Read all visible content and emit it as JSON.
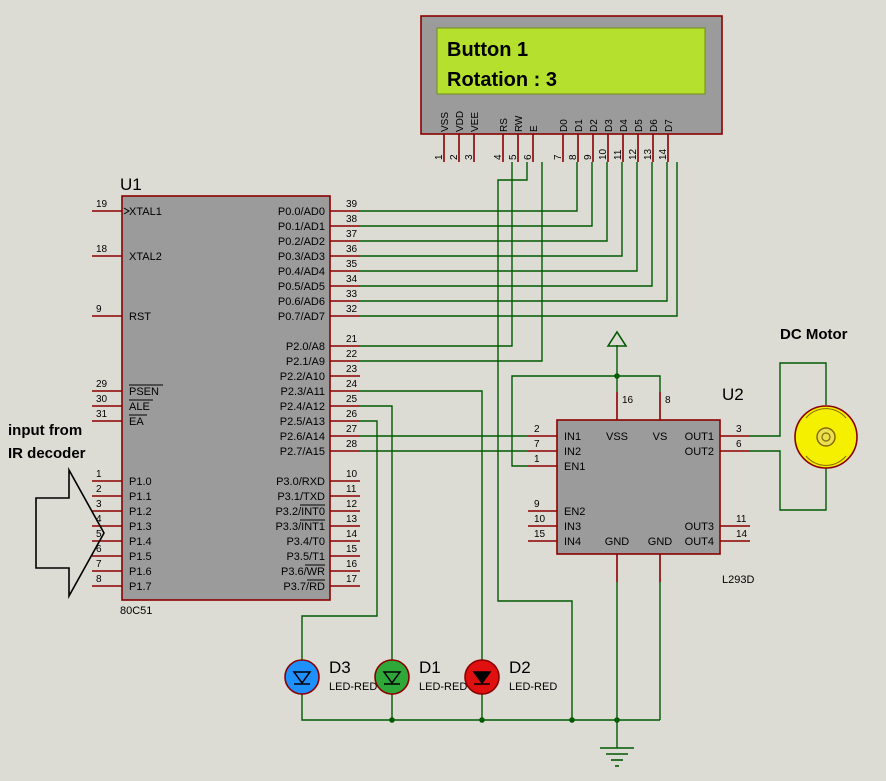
{
  "lcd": {
    "line1": "Button 1",
    "line2": "Rotation : 3",
    "screen_color": "#b6e02e",
    "pins": [
      {
        "label": "VSS",
        "num": "1"
      },
      {
        "label": "VDD",
        "num": "2"
      },
      {
        "label": "VEE",
        "num": "3"
      },
      {
        "label": "RS",
        "num": "4"
      },
      {
        "label": "RW",
        "num": "5"
      },
      {
        "label": "E",
        "num": "6"
      },
      {
        "label": "D0",
        "num": "7"
      },
      {
        "label": "D1",
        "num": "8"
      },
      {
        "label": "D2",
        "num": "9"
      },
      {
        "label": "D3",
        "num": "10"
      },
      {
        "label": "D4",
        "num": "11"
      },
      {
        "label": "D5",
        "num": "12"
      },
      {
        "label": "D6",
        "num": "13"
      },
      {
        "label": "D7",
        "num": "14"
      }
    ]
  },
  "u1": {
    "ref": "U1",
    "part": "80C51",
    "left_pins": [
      {
        "label": "XTAL1",
        "num": "19"
      },
      {
        "label": "XTAL2",
        "num": "18"
      },
      {
        "label": "RST",
        "num": "9"
      },
      {
        "label": "PSEN",
        "num": "29"
      },
      {
        "label": "ALE",
        "num": "30"
      },
      {
        "label": "EA",
        "num": "31"
      },
      {
        "label": "P1.0",
        "num": "1"
      },
      {
        "label": "P1.1",
        "num": "2"
      },
      {
        "label": "P1.2",
        "num": "3"
      },
      {
        "label": "P1.3",
        "num": "4"
      },
      {
        "label": "P1.4",
        "num": "5"
      },
      {
        "label": "P1.5",
        "num": "6"
      },
      {
        "label": "P1.6",
        "num": "7"
      },
      {
        "label": "P1.7",
        "num": "8"
      }
    ],
    "right_pins": [
      {
        "label": "P0.0/AD0",
        "num": "39"
      },
      {
        "label": "P0.1/AD1",
        "num": "38"
      },
      {
        "label": "P0.2/AD2",
        "num": "37"
      },
      {
        "label": "P0.3/AD3",
        "num": "36"
      },
      {
        "label": "P0.4/AD4",
        "num": "35"
      },
      {
        "label": "P0.5/AD5",
        "num": "34"
      },
      {
        "label": "P0.6/AD6",
        "num": "33"
      },
      {
        "label": "P0.7/AD7",
        "num": "32"
      },
      {
        "label": "P2.0/A8",
        "num": "21"
      },
      {
        "label": "P2.1/A9",
        "num": "22"
      },
      {
        "label": "P2.2/A10",
        "num": "23"
      },
      {
        "label": "P2.3/A11",
        "num": "24"
      },
      {
        "label": "P2.4/A12",
        "num": "25"
      },
      {
        "label": "P2.5/A13",
        "num": "26"
      },
      {
        "label": "P2.6/A14",
        "num": "27"
      },
      {
        "label": "P2.7/A15",
        "num": "28"
      },
      {
        "label": "P3.0/RXD",
        "num": "10"
      },
      {
        "label": "P3.1/TXD",
        "num": "11"
      },
      {
        "label": "P3.2/INT0",
        "num": "12"
      },
      {
        "label": "P3.3/INT1",
        "num": "13"
      },
      {
        "label": "P3.4/T0",
        "num": "14"
      },
      {
        "label": "P3.5/T1",
        "num": "15"
      },
      {
        "label": "P3.6/WR",
        "num": "16"
      },
      {
        "label": "P3.7/RD",
        "num": "17"
      }
    ]
  },
  "u2": {
    "ref": "U2",
    "part": "L293D",
    "left_pins": [
      {
        "label": "IN1",
        "num": "2"
      },
      {
        "label": "IN2",
        "num": "7"
      },
      {
        "label": "EN1",
        "num": "1"
      },
      {
        "label": "EN2",
        "num": "9"
      },
      {
        "label": "IN3",
        "num": "10"
      },
      {
        "label": "IN4",
        "num": "15"
      }
    ],
    "right_pins": [
      {
        "label": "OUT1",
        "num": "3"
      },
      {
        "label": "OUT2",
        "num": "6"
      },
      {
        "label": "OUT3",
        "num": "11"
      },
      {
        "label": "OUT4",
        "num": "14"
      }
    ],
    "top_pins": [
      {
        "label": "VSS",
        "num": "16"
      },
      {
        "label": "VS",
        "num": "8"
      }
    ],
    "bottom_labels": [
      "GND",
      "GND"
    ]
  },
  "leds": [
    {
      "ref": "D3",
      "value": "LED-RED",
      "color": "#1e90ff"
    },
    {
      "ref": "D1",
      "value": "LED-RED",
      "color": "#2fa83a"
    },
    {
      "ref": "D2",
      "value": "LED-RED",
      "color": "#e01010"
    }
  ],
  "motor_label": "DC Motor",
  "input_label": [
    "input from",
    "IR decoder"
  ],
  "colors": {
    "wire": "#005a00",
    "pin": "#8b0000",
    "chip": "#9b9b9b",
    "background": "#dcdcd4"
  }
}
